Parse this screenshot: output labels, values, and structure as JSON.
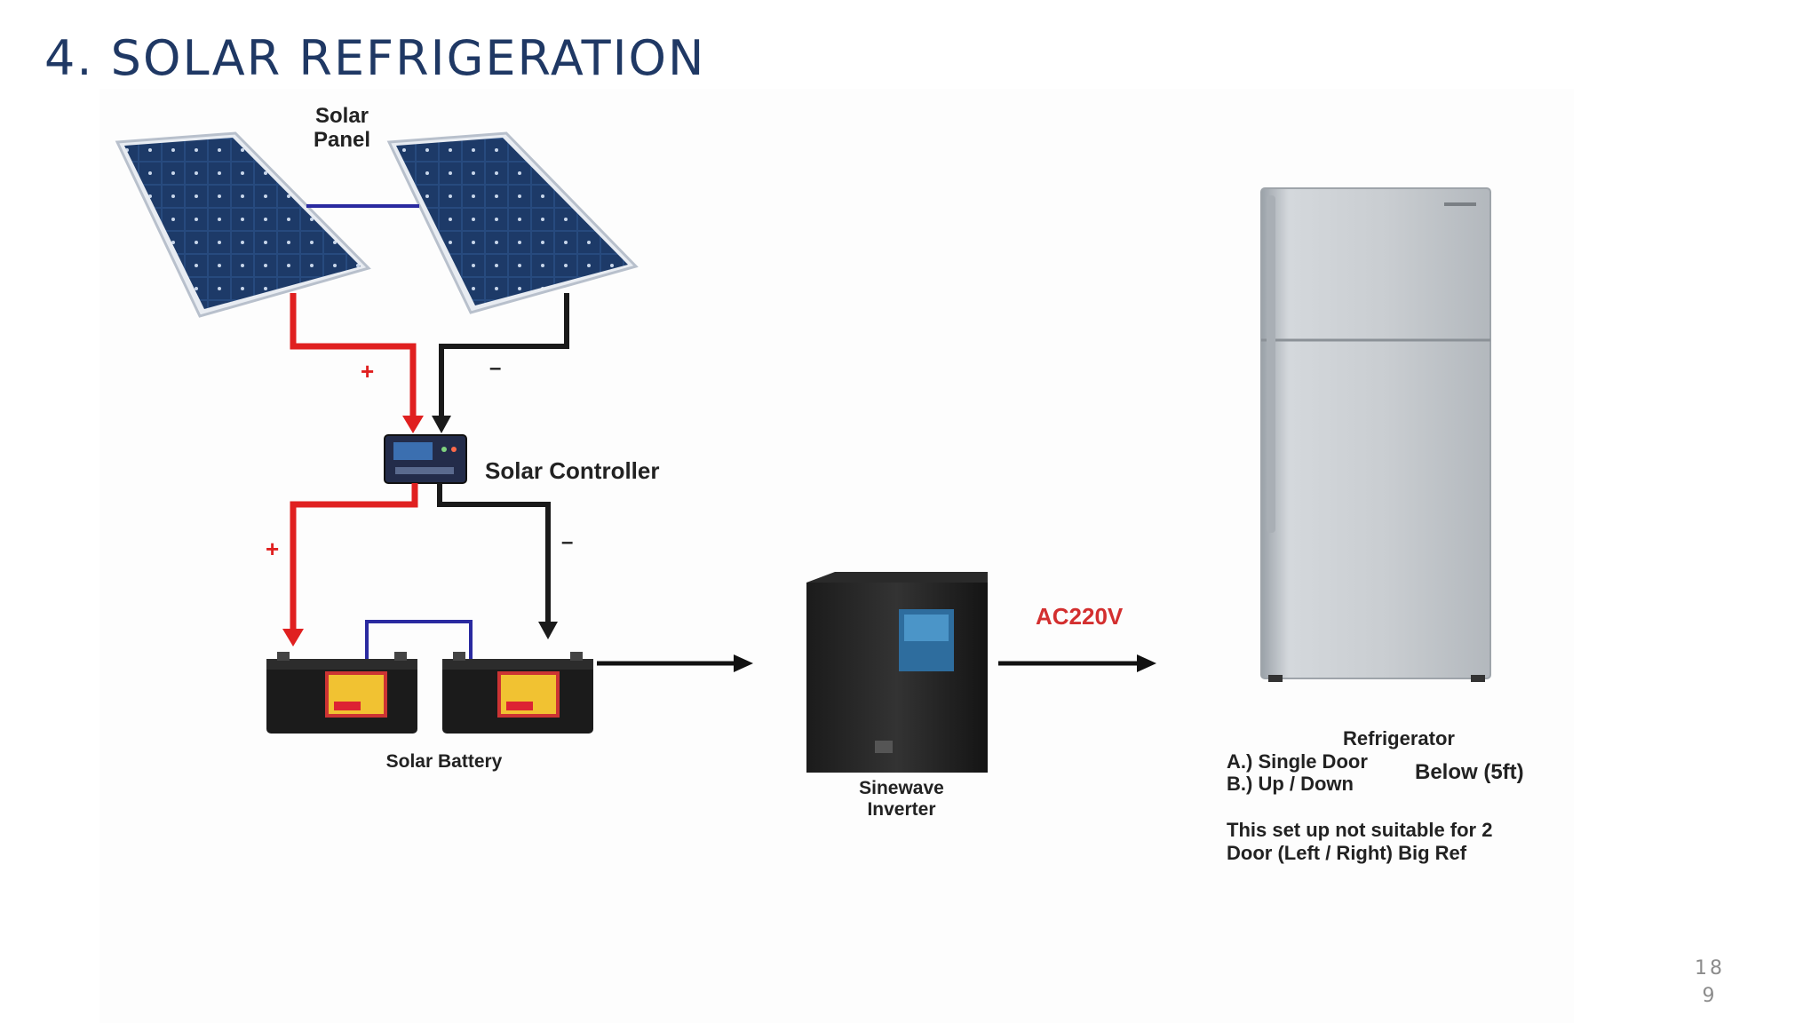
{
  "slide": {
    "title": "4. SOLAR REFRIGERATION",
    "page_number": [
      "18",
      "9"
    ]
  },
  "diagram": {
    "solar_panel_label": "Solar\nPanel",
    "solar_controller_label": "Solar Controller",
    "solar_battery_label": "Solar Battery",
    "inverter_label": "Sinewave\nInverter",
    "ac_label": "AC220V",
    "positive_sign": "+",
    "negative_sign": "–",
    "refrigerator": {
      "title": "Refrigerator",
      "option_a": "A.) Single Door",
      "option_b": "B.) Up / Down",
      "size_note": "Below (5ft)",
      "warning": "This set up not suitable for 2\nDoor (Left / Right) Big Ref"
    }
  },
  "colors": {
    "title": "#1f3864",
    "positive_wire": "#e02020",
    "negative_wire": "#1a1a1a",
    "link_wire": "#2a2aa0",
    "ac_label": "#d32f2f",
    "panel_cell": "#23406f"
  }
}
